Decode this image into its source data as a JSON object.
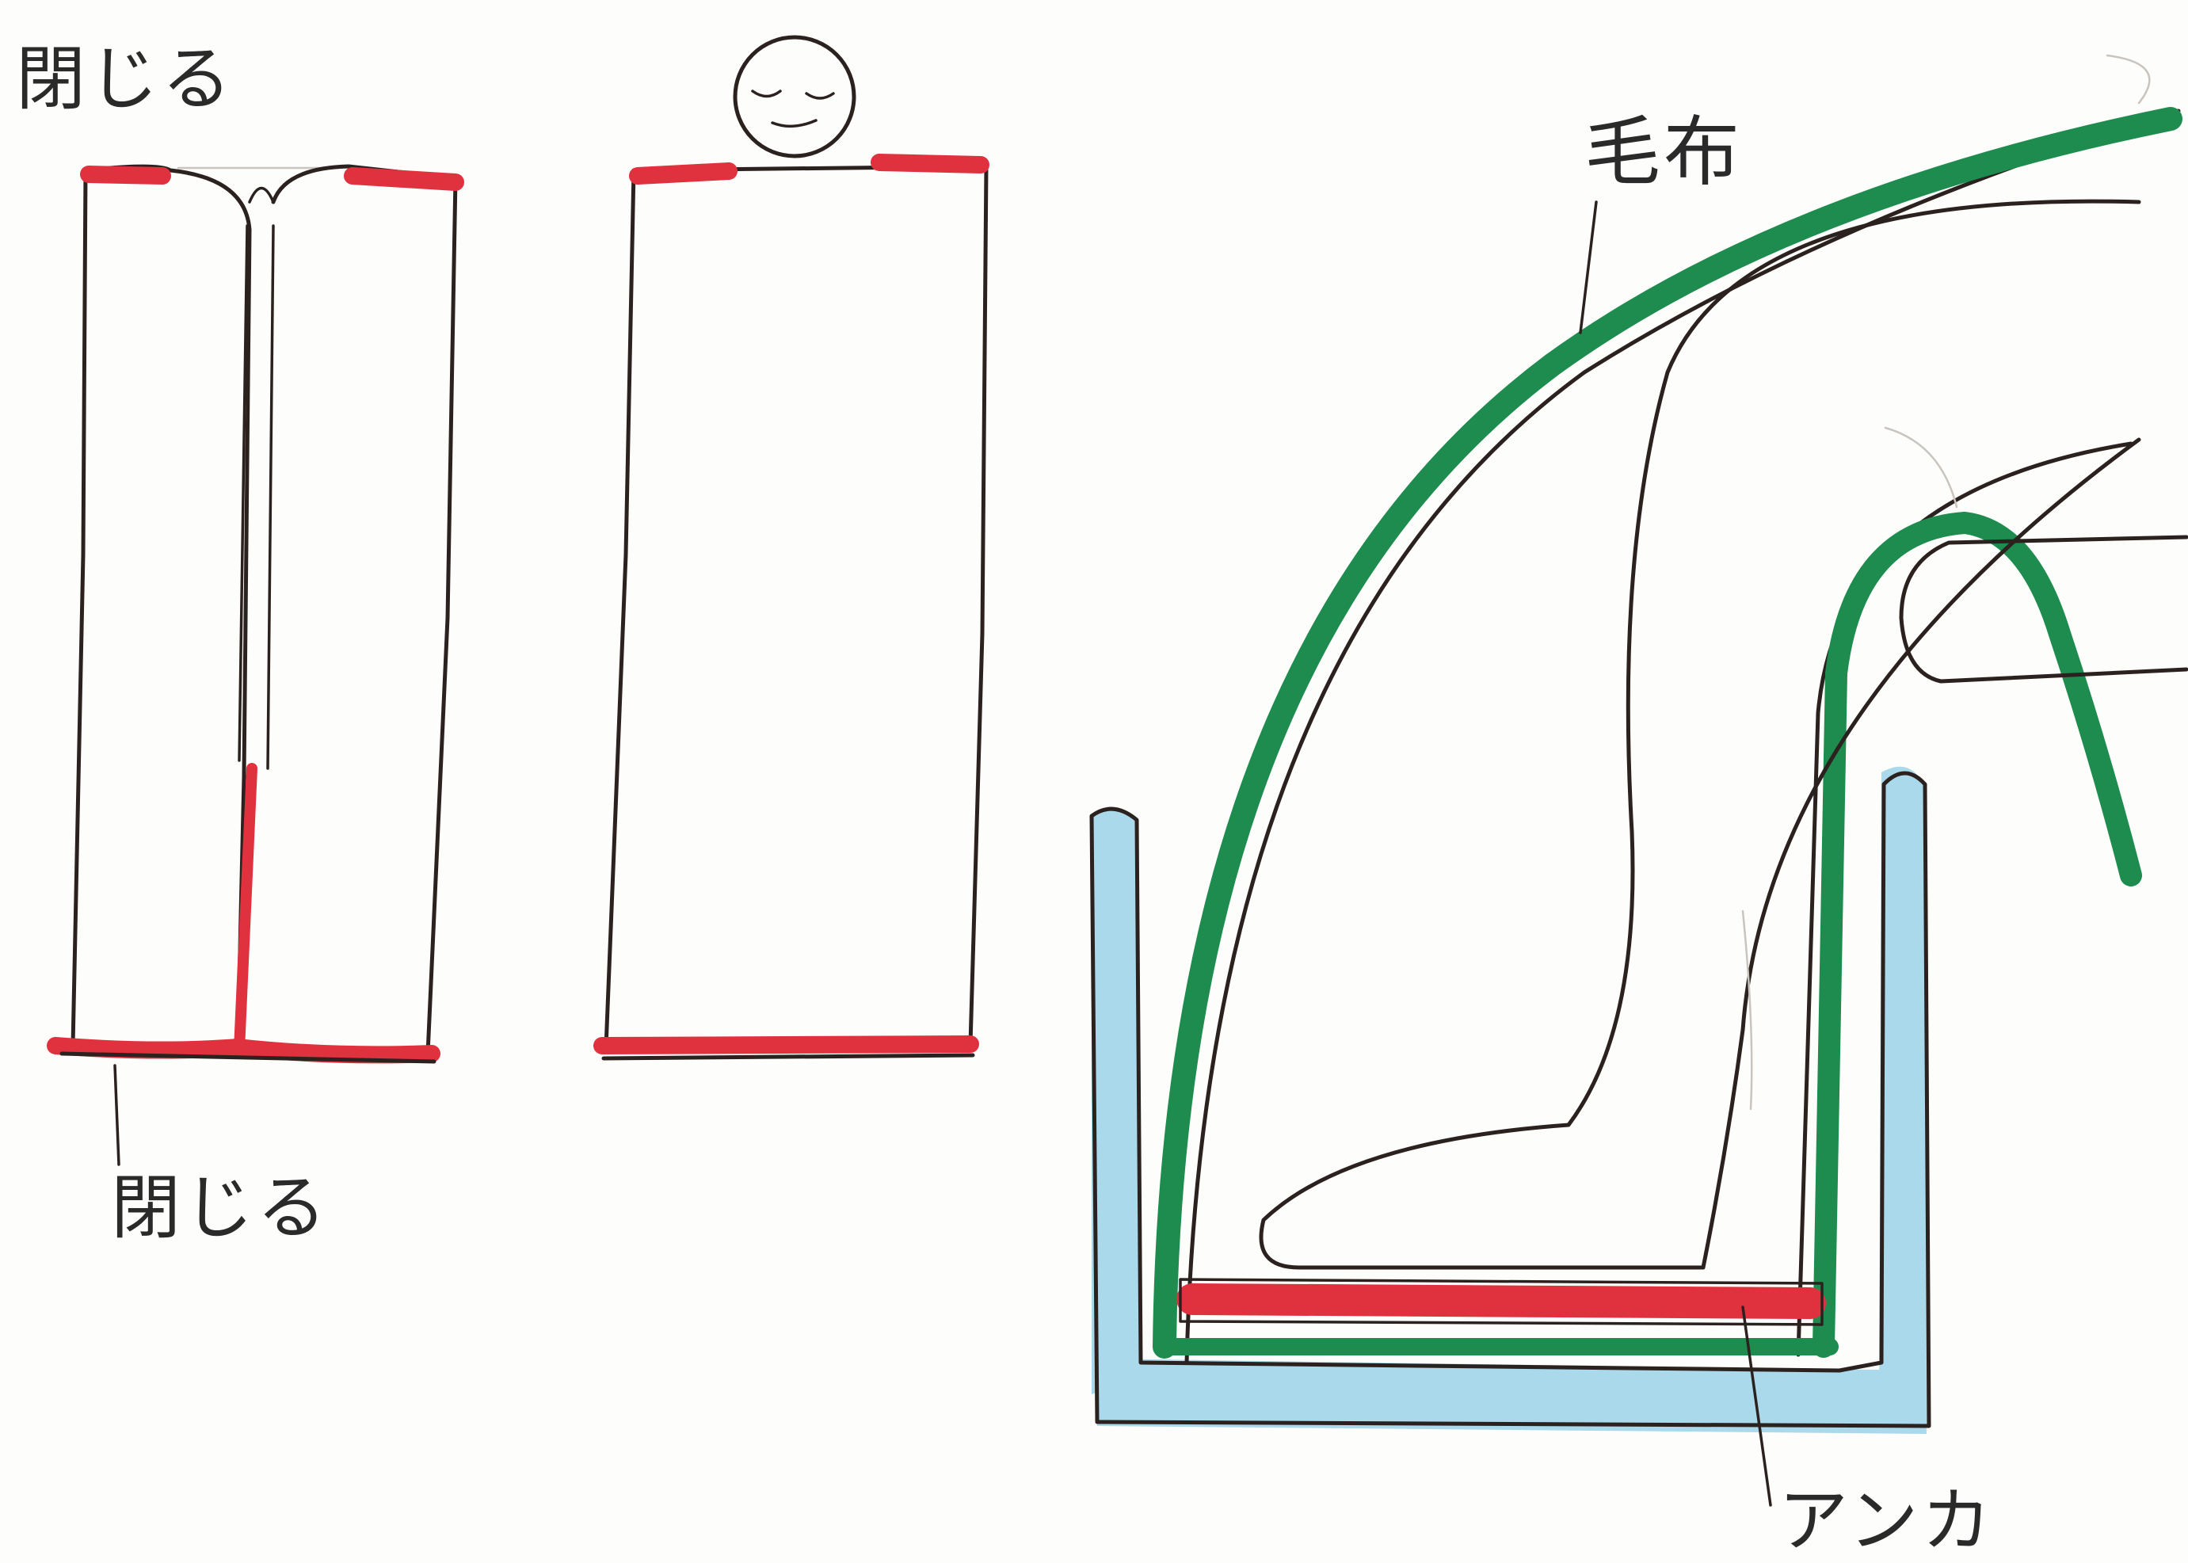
{
  "labels": {
    "close_top": "閉じる",
    "close_bottom": "閉じる",
    "blanket": "毛布",
    "anchor": "アンカ"
  },
  "colors": {
    "ink": "#2b2220",
    "seal_red": "#e0323e",
    "blanket_green": "#1d8c4e",
    "container_blue": "#a9d9ea",
    "paper": "#fdfdfb"
  }
}
